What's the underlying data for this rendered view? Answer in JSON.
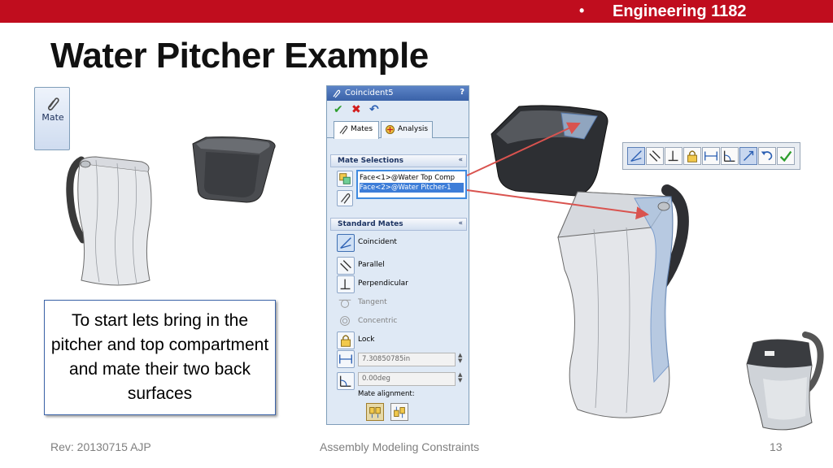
{
  "header": {
    "bullet": "•",
    "course": "Engineering 1182"
  },
  "slide": {
    "title": "Water Pitcher Example"
  },
  "mate_button": {
    "label": "Mate",
    "icon": "paperclip-icon"
  },
  "callout": {
    "text": "To start lets bring in the pitcher and top compartment and mate their two back surfaces"
  },
  "property_manager": {
    "title": "Coincident5",
    "help": "?",
    "actions": {
      "ok": "✔",
      "cancel": "✖",
      "undo": "↶"
    },
    "tabs": [
      {
        "label": "Mates",
        "icon": "paperclip-icon"
      },
      {
        "label": "Analysis",
        "icon": "analysis-icon"
      }
    ],
    "mate_selections": {
      "header": "Mate Selections",
      "collapse": "«",
      "items": [
        "Face<1>@Water Top Comp",
        "Face<2>@Water Pitcher-1"
      ]
    },
    "standard_mates": {
      "header": "Standard Mates",
      "collapse": "«",
      "options": [
        {
          "label": "Coincident",
          "icon": "coincident-icon",
          "enabled": true,
          "selected": true
        },
        {
          "label": "Parallel",
          "icon": "parallel-icon",
          "enabled": true
        },
        {
          "label": "Perpendicular",
          "icon": "perpendicular-icon",
          "enabled": true
        },
        {
          "label": "Tangent",
          "icon": "tangent-icon",
          "enabled": false
        },
        {
          "label": "Concentric",
          "icon": "concentric-icon",
          "enabled": false
        },
        {
          "label": "Lock",
          "icon": "lock-icon",
          "enabled": true
        }
      ],
      "distance_value": "7.30850785in",
      "angle_value": "0.00deg",
      "mate_alignment_label": "Mate alignment:"
    }
  },
  "footer": {
    "rev": "Rev: 20130715 AJP",
    "topic": "Assembly Modeling Constraints",
    "page": "13"
  },
  "colors": {
    "brand_red": "#c00d1e",
    "selection_blue": "#3f8ae0",
    "arrow_red": "#d9534f"
  }
}
